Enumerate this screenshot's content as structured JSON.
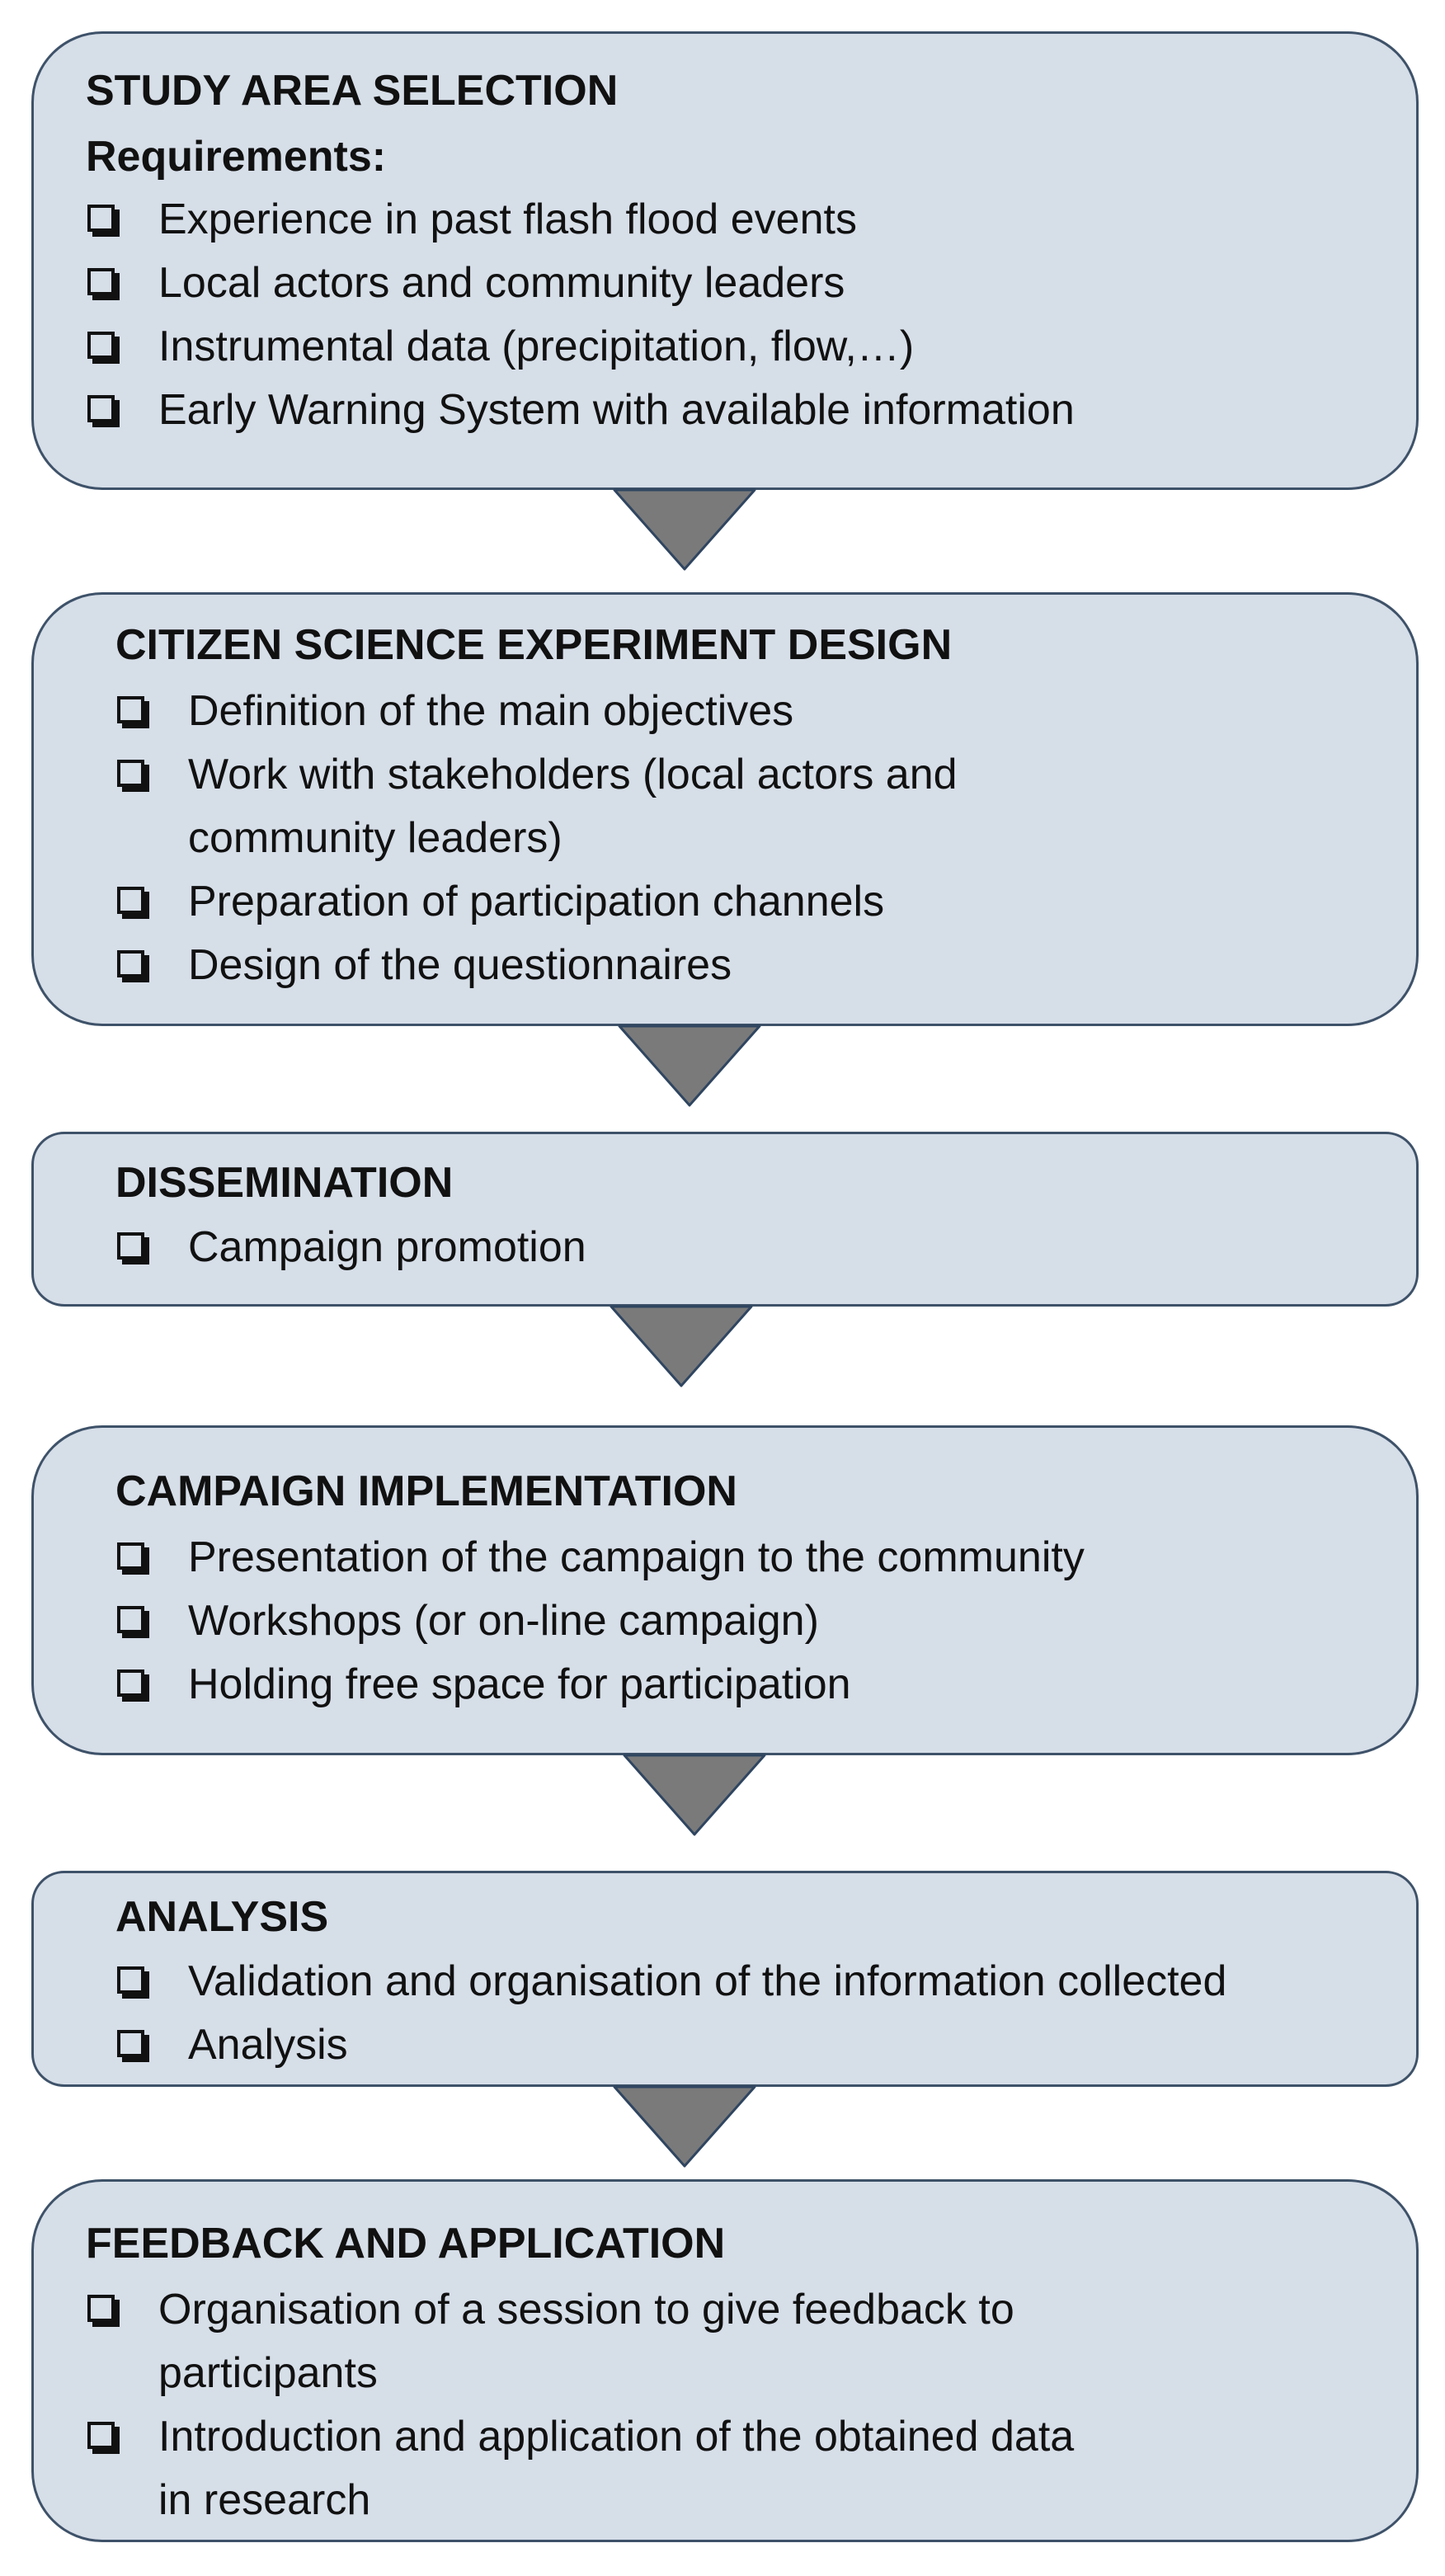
{
  "steps": [
    {
      "title": "STUDY AREA SELECTION",
      "subtitle": "Requirements:",
      "items": [
        [
          "Experience in past flash flood events"
        ],
        [
          "Local actors and community leaders"
        ],
        [
          "Instrumental data (precipitation, flow,…)"
        ],
        [
          "Early Warning System with available information"
        ]
      ]
    },
    {
      "title": "CITIZEN SCIENCE EXPERIMENT DESIGN",
      "items": [
        [
          "Definition of the main objectives"
        ],
        [
          "Work with stakeholders (local actors and",
          "community leaders)"
        ],
        [
          "Preparation of participation channels"
        ],
        [
          "Design of the questionnaires"
        ]
      ]
    },
    {
      "title": "DISSEMINATION",
      "items": [
        [
          "Campaign promotion"
        ]
      ]
    },
    {
      "title": "CAMPAIGN IMPLEMENTATION",
      "items": [
        [
          "Presentation of the campaign to the community"
        ],
        [
          "Workshops (or on-line campaign)"
        ],
        [
          "Holding free space for participation"
        ]
      ]
    },
    {
      "title": "ANALYSIS",
      "items": [
        [
          "Validation and organisation of the information collected"
        ],
        [
          "Analysis"
        ]
      ]
    },
    {
      "title": "FEEDBACK AND APPLICATION",
      "items": [
        [
          "Organisation of a session to give feedback to",
          "participants"
        ],
        [
          "Introduction and application of the obtained data",
          "in research"
        ]
      ]
    }
  ],
  "colors": {
    "box_fill": "#d6dee8",
    "box_border": "#3e5269",
    "arrow_fill": "#7a7a7a",
    "arrow_border": "#2f4560"
  }
}
